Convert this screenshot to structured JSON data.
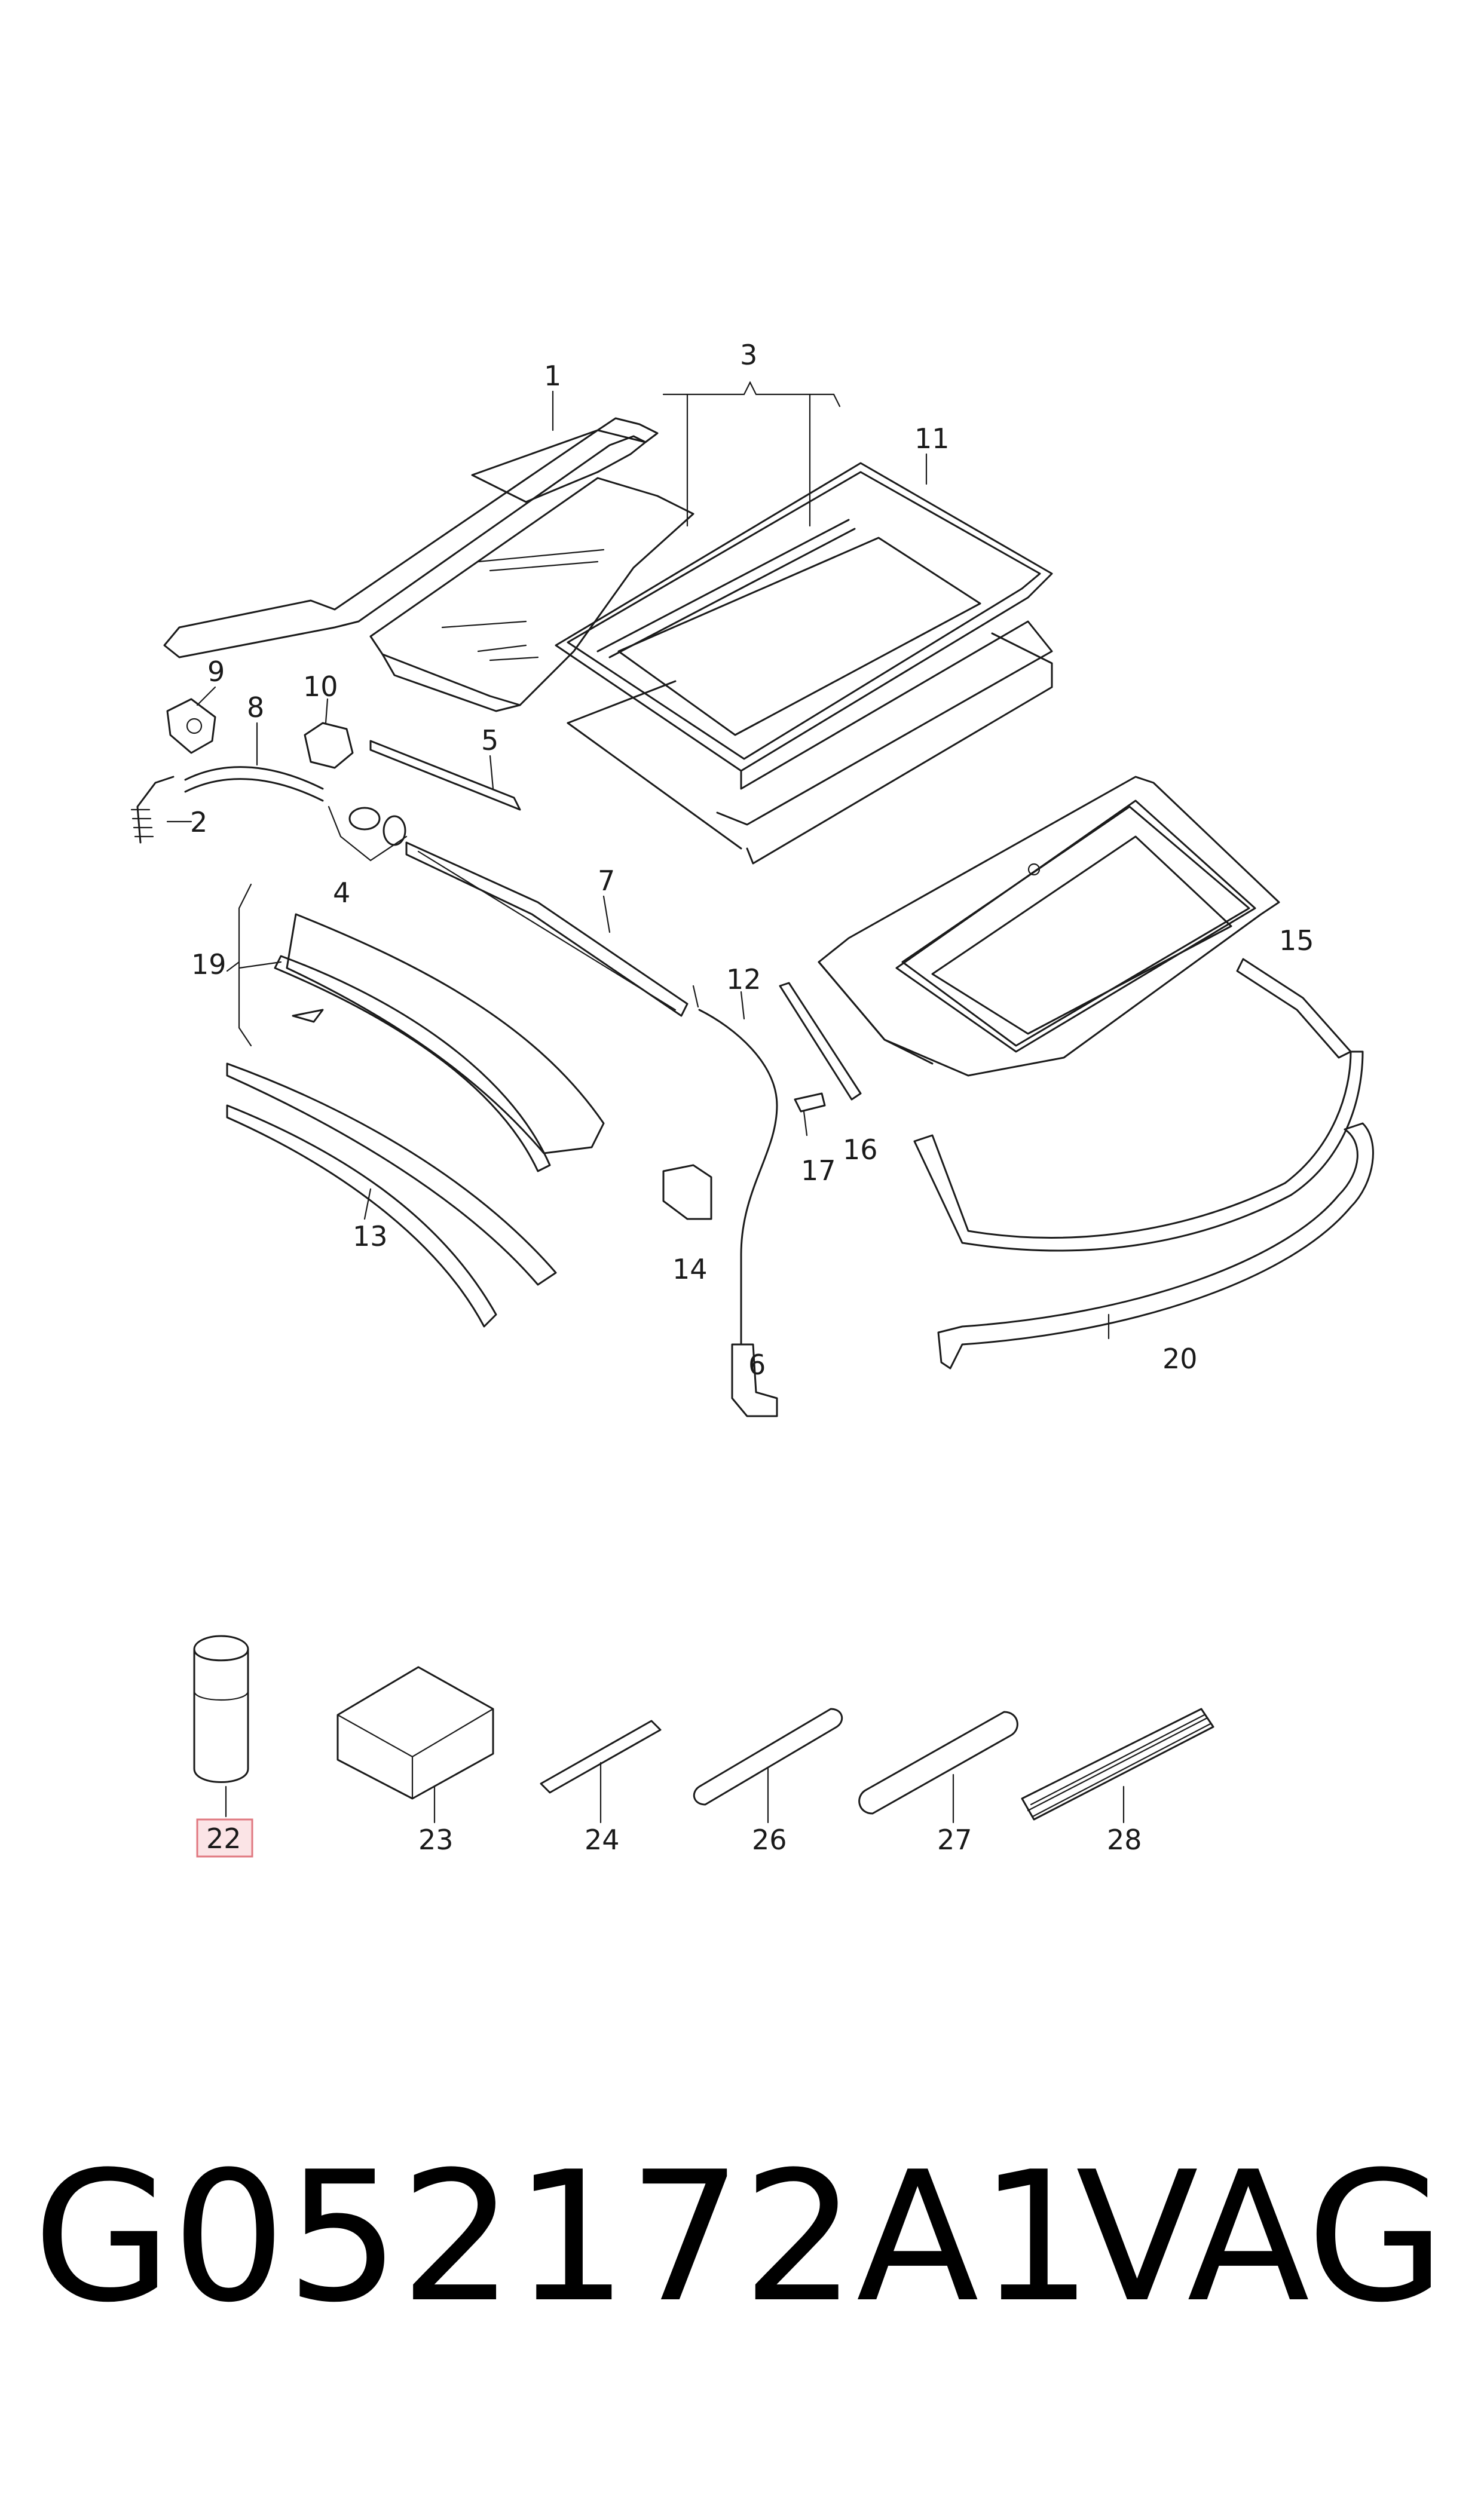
{
  "diagram": {
    "labels": {
      "l1": "1",
      "l2": "2",
      "l3": "3",
      "l4": "4",
      "l5": "5",
      "l6": "6",
      "l7": "7",
      "l8": "8",
      "l9": "9",
      "l10": "10",
      "l11": "11",
      "l12": "12",
      "l13": "13",
      "l14": "14",
      "l15": "15",
      "l16": "16",
      "l17": "17",
      "l19": "19",
      "l20": "20",
      "l22": "22",
      "l23": "23",
      "l24": "24",
      "l26": "26",
      "l27": "27",
      "l28": "28"
    },
    "highlighted_label": "22",
    "colors": {
      "line": "#1a1a1a",
      "highlight_fill": "#fbe4e6",
      "highlight_border": "#e07880"
    }
  },
  "caption": {
    "part_number": "G052172A1",
    "brand": "VAG"
  }
}
